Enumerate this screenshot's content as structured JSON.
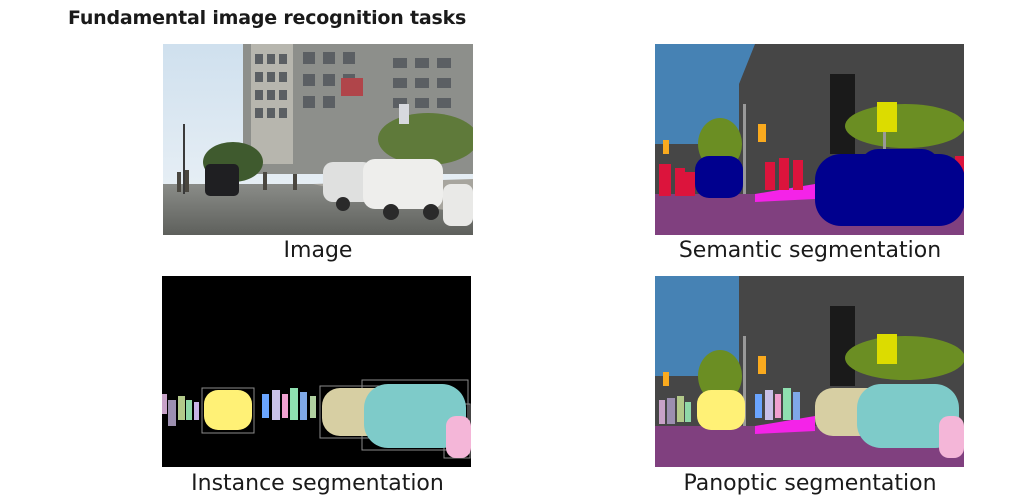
{
  "title": "Fundamental image recognition tasks",
  "panels": {
    "image": {
      "caption": "Image"
    },
    "semantic": {
      "caption": "Semantic segmentation"
    },
    "instance": {
      "caption": "Instance segmentation"
    },
    "panoptic": {
      "caption": "Panoptic segmentation"
    }
  },
  "colors": {
    "sky": "#4682b4",
    "building": "#464646",
    "vegetation": "#6b8e23",
    "road": "#80407f",
    "sidewalk": "#f423e8",
    "person": "#dc143c",
    "car": "#00008e",
    "traffic_sign": "#dcdc00",
    "traffic_light": "#faaa1e",
    "pole": "#999999"
  }
}
